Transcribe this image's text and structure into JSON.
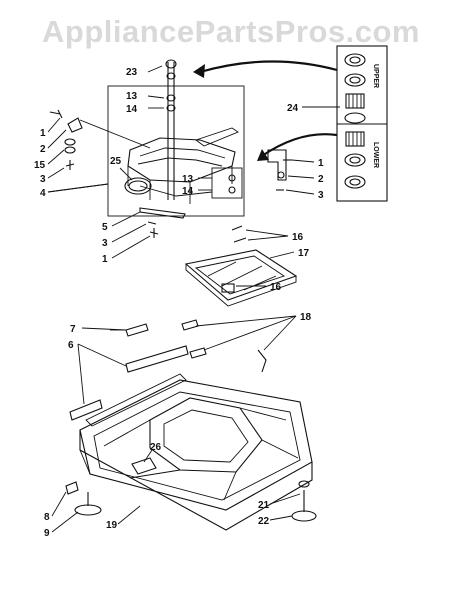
{
  "watermark": {
    "text": "AppliancePartsPros.com"
  },
  "inset": {
    "upper_label": "UPPER",
    "lower_label": "LOWER"
  },
  "callouts": {
    "c23": "23",
    "c13a": "13",
    "c14a": "14",
    "c24": "24",
    "c1a": "1",
    "c2a": "2",
    "c15": "15",
    "c3a": "3",
    "c4": "4",
    "c25": "25",
    "c13b": "13",
    "c14b": "14",
    "c1b": "1",
    "c2b": "2",
    "c3b": "3",
    "c5": "5",
    "c3c": "3",
    "c1c": "1",
    "c16a": "16",
    "c17": "17",
    "c16b": "16",
    "c7": "7",
    "c6": "6",
    "c18": "18",
    "c26": "26",
    "c8": "8",
    "c9": "9",
    "c19": "19",
    "c21": "21",
    "c22": "22"
  },
  "colors": {
    "ink": "#111111",
    "watermark": "#d9d9d9",
    "background": "#ffffff"
  }
}
